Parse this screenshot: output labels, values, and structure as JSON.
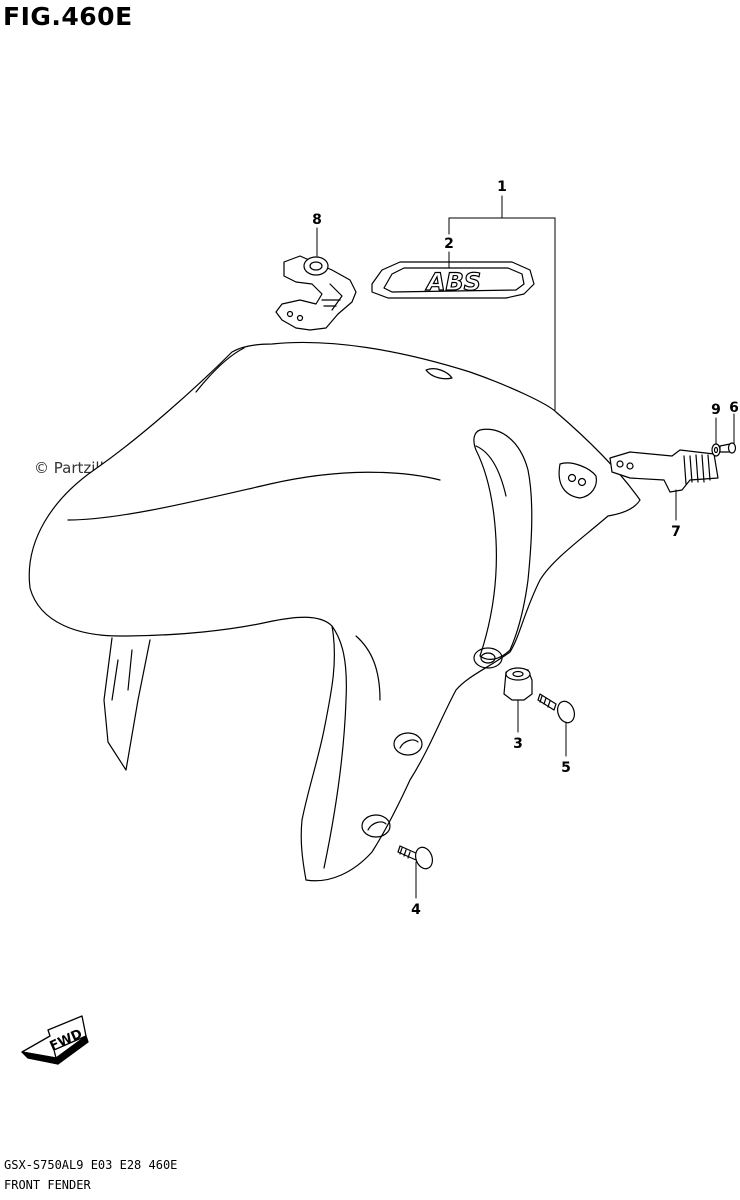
{
  "figure": {
    "title": "FIG.460E",
    "watermark": "© Partzilla.com",
    "model_code": "GSX-S750AL9  E03  E28  460E",
    "section_name": "FRONT FENDER",
    "fwd_label": "FWD",
    "decal_text": "ABS"
  },
  "callouts": [
    {
      "id": "1",
      "label": "1"
    },
    {
      "id": "2",
      "label": "2"
    },
    {
      "id": "3",
      "label": "3"
    },
    {
      "id": "4",
      "label": "4"
    },
    {
      "id": "5",
      "label": "5"
    },
    {
      "id": "6",
      "label": "6"
    },
    {
      "id": "7",
      "label": "7"
    },
    {
      "id": "8",
      "label": "8"
    },
    {
      "id": "9",
      "label": "9"
    }
  ]
}
